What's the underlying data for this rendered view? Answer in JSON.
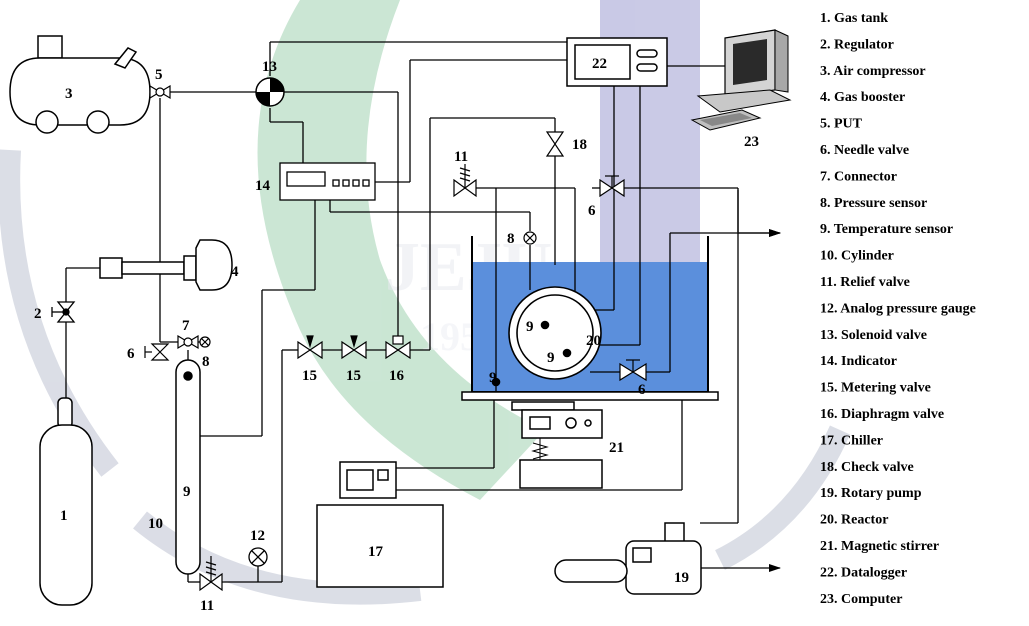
{
  "colors": {
    "line": "#000000",
    "water": "#5b8fdc",
    "watermark_green": "#8cc8a0",
    "watermark_blue": "#6a86c8",
    "watermark_violet": "#8a8ac8"
  },
  "watermark": {
    "text": "JEJU",
    "year": "1952"
  },
  "labels": {
    "n1": "1",
    "n2": "2",
    "n3": "3",
    "n4": "4",
    "n5": "5",
    "n6a": "6",
    "n6b": "6",
    "n6c": "6",
    "n7": "7",
    "n8a": "8",
    "n8b": "8",
    "n9a": "9",
    "n9b": "9",
    "n9c": "9",
    "n9d": "9",
    "n10": "10",
    "n11a": "11",
    "n11b": "11",
    "n12": "12",
    "n13": "13",
    "n14": "14",
    "n15a": "15",
    "n15b": "15",
    "n16": "16",
    "n17": "17",
    "n18": "18",
    "n19": "19",
    "n20": "20",
    "n21": "21",
    "n22": "22",
    "n23": "23"
  },
  "legend": [
    "1. Gas tank",
    "2. Regulator",
    "3. Air compressor",
    "4. Gas booster",
    "5. PUT",
    "6. Needle valve",
    "7. Connector",
    "8. Pressure sensor",
    "9. Temperature sensor",
    "10. Cylinder",
    "11. Relief valve",
    "12. Analog pressure gauge",
    "13. Solenoid valve",
    "14. Indicator",
    "15. Metering valve",
    "16. Diaphragm valve",
    "17. Chiller",
    "18. Check valve",
    "19. Rotary pump",
    "20. Reactor",
    "21. Magnetic stirrer",
    "22. Datalogger",
    "23. Computer"
  ]
}
